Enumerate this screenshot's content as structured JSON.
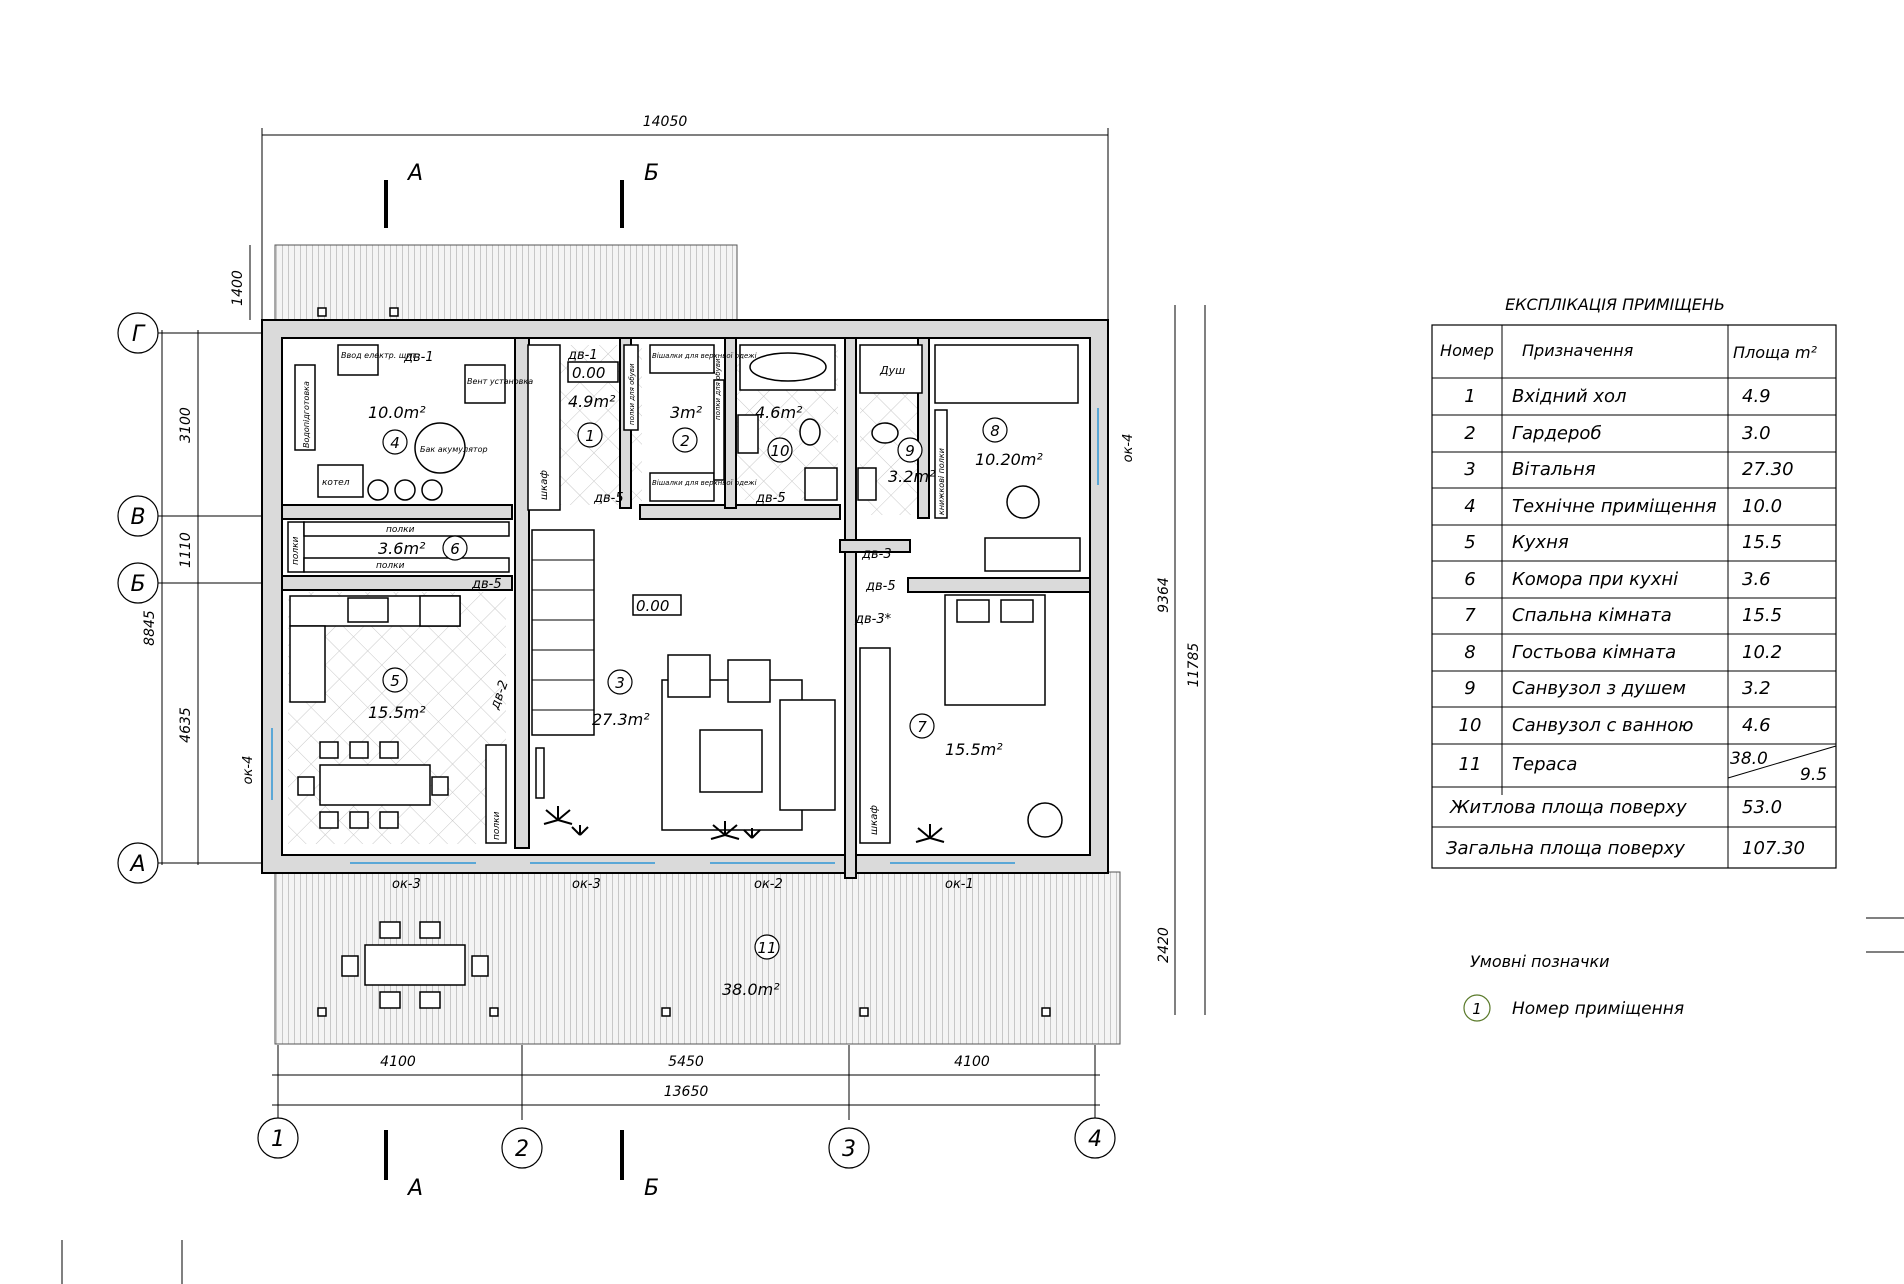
{
  "dimensions": {
    "total_top": "14050",
    "terrace_depth_top": "1400",
    "left_3100": "3100",
    "left_1110": "1110",
    "left_4635": "4635",
    "left_8845": "8845",
    "right_9364": "9364",
    "right_11785": "11785",
    "right_2420": "2420",
    "bottom_4100_a": "4100",
    "bottom_5450": "5450",
    "bottom_4100_b": "4100",
    "bottom_13650": "13650"
  },
  "axes": {
    "rows": [
      "Г",
      "В",
      "Б",
      "А"
    ],
    "cols": [
      "1",
      "2",
      "3",
      "4"
    ]
  },
  "sections": {
    "a": "А",
    "b": "Б"
  },
  "rooms": [
    {
      "num": "1",
      "area": "4.9m²"
    },
    {
      "num": "2",
      "area": "3m²"
    },
    {
      "num": "3",
      "area": "27.3m²"
    },
    {
      "num": "4",
      "area": "10.0m²"
    },
    {
      "num": "5",
      "area": "15.5m²"
    },
    {
      "num": "6",
      "area": "3.6m²"
    },
    {
      "num": "7",
      "area": "15.5m²"
    },
    {
      "num": "8",
      "area": "10.20m²"
    },
    {
      "num": "9",
      "area": "3.2m²"
    },
    {
      "num": "10",
      "area": "4.6m²"
    },
    {
      "num": "11",
      "area": "38.0m²"
    }
  ],
  "levels": {
    "entrance": "0.00",
    "living": "0.00"
  },
  "doors": {
    "dv1_a": "дв-1",
    "dv1_b": "дв-1",
    "dv5_a": "дв-5",
    "dv5_b": "дв-5",
    "dv5_c": "дв-5",
    "dv5_d": "дв-5",
    "dv3": "дв-3",
    "dv3s": "дв-3*",
    "dv2": "дв-2"
  },
  "windows": {
    "ok4_left": "ок-4",
    "ok4_right": "ок-4",
    "ok3_a": "ок-3",
    "ok3_b": "ок-3",
    "ok2": "ок-2",
    "ok1": "ок-1"
  },
  "labels": {
    "shelves1": "полки",
    "shelves2": "полки",
    "shelves3": "полки",
    "shelves4": "полки",
    "wardrobe": "шкаф",
    "wardrobe2": "шкаф",
    "shower": "Душ",
    "bookshelf": "книжкові полки",
    "water_heater": "Бак акумулятор",
    "boiler": "котел",
    "vent": "Вент установка",
    "elec": "Ввод електр. щит",
    "water": "Водопідготовка",
    "hanger1": "Вішалки для верхньої одежі",
    "hanger2": "Вішалки для верхньої одежі",
    "shoes1": "полки для обуви",
    "shoes2": "полки для обуви"
  },
  "explication": {
    "title": "ЕКСПЛІКАЦІЯ ПРИМІЩЕНЬ",
    "headers": [
      "Номер",
      "Призначення",
      "Площа m²"
    ],
    "rows": [
      [
        "1",
        "Вхідний хол",
        "4.9"
      ],
      [
        "2",
        "Гардероб",
        "3.0"
      ],
      [
        "3",
        "Вітальня",
        "27.30"
      ],
      [
        "4",
        "Технічне приміщення",
        "10.0"
      ],
      [
        "5",
        "Кухня",
        "15.5"
      ],
      [
        "6",
        "Комора при кухні",
        "3.6"
      ],
      [
        "7",
        "Спальна кімната",
        "15.5"
      ],
      [
        "8",
        "Гостьова кімната",
        "10.2"
      ],
      [
        "9",
        "Санвузол з душем",
        "3.2"
      ],
      [
        "10",
        "Санвузол с ванною",
        "4.6"
      ]
    ],
    "terrace_row": {
      "num": "11",
      "name": "Тераса",
      "area_a": "38.0",
      "area_b": "9.5"
    },
    "living_area_label": "Житлова площа поверху",
    "living_area_value": "53.0",
    "total_area_label": "Загальна площа поверху",
    "total_area_value": "107.30"
  },
  "legend": {
    "title": "Умовні позначки",
    "symbol": "1",
    "text": "Номер приміщення"
  }
}
